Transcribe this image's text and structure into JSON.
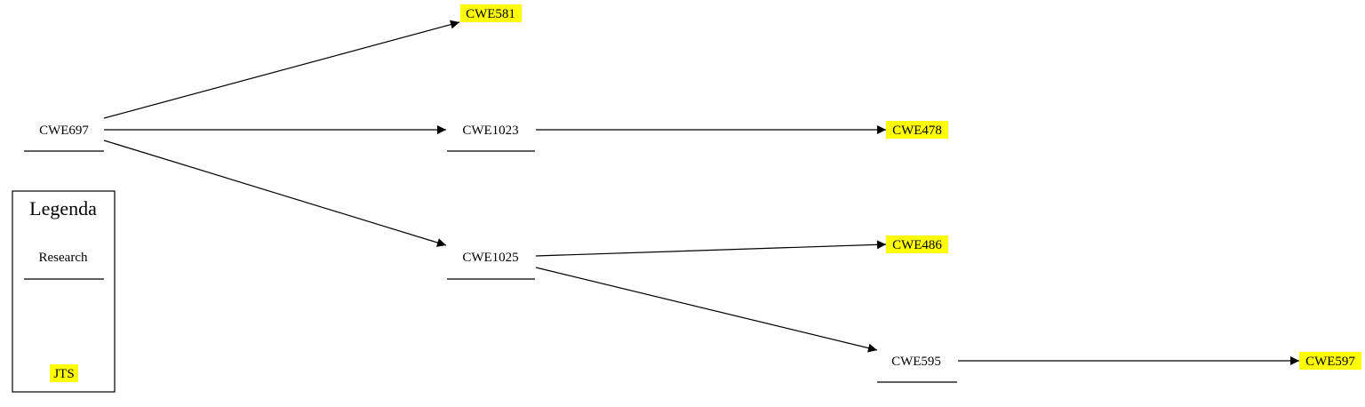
{
  "legend": {
    "title": "Legenda",
    "research_label": "Research",
    "jts_label": "JTS",
    "jts_color": "#ffff00"
  },
  "nodes": {
    "cwe697": {
      "label": "CWE697",
      "style": "research"
    },
    "cwe581": {
      "label": "CWE581",
      "style": "jts"
    },
    "cwe1023": {
      "label": "CWE1023",
      "style": "research"
    },
    "cwe1025": {
      "label": "CWE1025",
      "style": "research"
    },
    "cwe478": {
      "label": "CWE478",
      "style": "jts"
    },
    "cwe486": {
      "label": "CWE486",
      "style": "jts"
    },
    "cwe595": {
      "label": "CWE595",
      "style": "research"
    },
    "cwe597": {
      "label": "CWE597",
      "style": "jts"
    }
  },
  "edges": [
    {
      "from": "CWE697",
      "to": "CWE581"
    },
    {
      "from": "CWE697",
      "to": "CWE1023"
    },
    {
      "from": "CWE697",
      "to": "CWE1025"
    },
    {
      "from": "CWE1023",
      "to": "CWE478"
    },
    {
      "from": "CWE1025",
      "to": "CWE486"
    },
    {
      "from": "CWE1025",
      "to": "CWE595"
    },
    {
      "from": "CWE595",
      "to": "CWE597"
    }
  ]
}
